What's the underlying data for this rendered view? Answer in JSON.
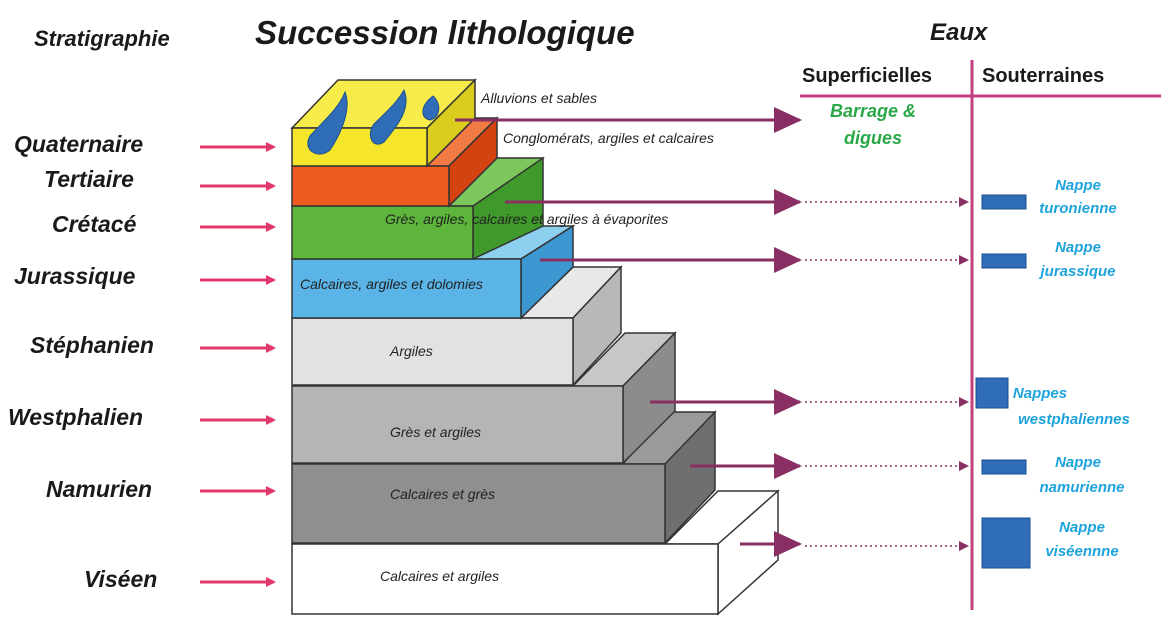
{
  "headers": {
    "stratigraphy": "Stratigraphie",
    "lithology": "Succession lithologique",
    "waters": "Eaux",
    "surface": "Superficielles",
    "underground": "Souterraines"
  },
  "surface_water_label": {
    "line1": "Barrage &",
    "line2": "digues"
  },
  "stages": [
    {
      "id": "quaternaire",
      "name": "Quaternaire",
      "rock": "Alluvions et sables",
      "color": "#f5e52b"
    },
    {
      "id": "tertiaire",
      "name": "Tertiaire",
      "rock": "Conglomérats, argiles et calcaires",
      "color": "#ef5a1e"
    },
    {
      "id": "cretace",
      "name": "Crétacé",
      "rock": "Grès, argiles, calcaires et argiles à évaporites",
      "color": "#5db53b"
    },
    {
      "id": "jurassique",
      "name": "Jurassique",
      "rock": "Calcaires, argiles et dolomies",
      "color": "#5ab4e8"
    },
    {
      "id": "stephanien",
      "name": "Stéphanien",
      "rock": "Argiles",
      "color": "#e2e2e2"
    },
    {
      "id": "westphalien",
      "name": "Westphalien",
      "rock": "Grès et argiles",
      "color": "#b5b5b5"
    },
    {
      "id": "namurien",
      "name": "Namurien",
      "rock": "Calcaires et grès",
      "color": "#8f8f8f"
    },
    {
      "id": "viseen",
      "name": "Viséen",
      "rock": "Calcaires et argiles",
      "color": "#ffffff"
    }
  ],
  "aquifers": [
    {
      "id": "turonienne",
      "line1": "Nappe",
      "line2": "turonienne"
    },
    {
      "id": "jurassique",
      "line1": "Nappe",
      "line2": "jurassique"
    },
    {
      "id": "westphaliennes",
      "line1": "Nappes",
      "line2": "westphaliennes"
    },
    {
      "id": "namurienne",
      "line1": "Nappe",
      "line2": "namurienne"
    },
    {
      "id": "viseenne",
      "line1": "Nappe",
      "line2": "viséennne"
    }
  ],
  "colors": {
    "arrow": "#e0386b",
    "flow_arrow": "#8a2f63",
    "axis": "#c2407e",
    "aquifer_box": "#2f6db8",
    "aquifer_text": "#1ea3dd",
    "surface_text": "#2aa847",
    "heading": "#1a1a1a"
  }
}
